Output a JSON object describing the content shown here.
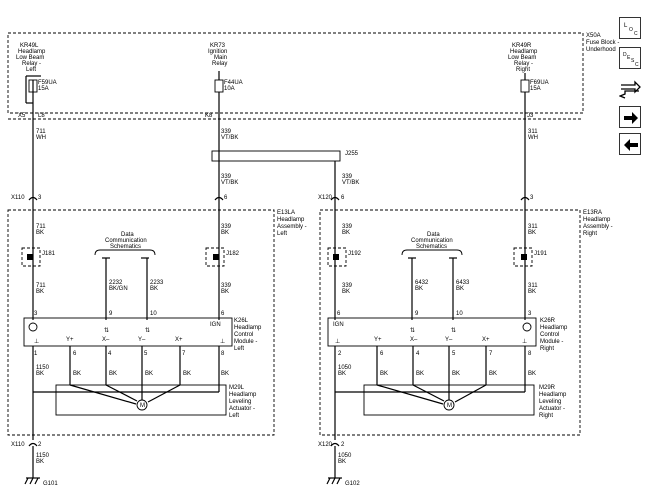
{
  "fuse_block": {
    "name": "X50A",
    "desc1": "Fuse Block -",
    "desc2": "Underhood"
  },
  "relays": [
    {
      "id": "KR49L",
      "l1": "Headlamp",
      "l2": "Low Beam",
      "l3": "Relay -",
      "l4": "Left"
    },
    {
      "id": "KR73",
      "l1": "Ignition",
      "l2": "Main",
      "l3": "Relay",
      "l4": ""
    },
    {
      "id": "KR49R",
      "l1": "Headlamp",
      "l2": "Low Beam",
      "l3": "Relay -",
      "l4": "Right"
    }
  ],
  "fuses": [
    {
      "id": "F59UA",
      "rating": "15A"
    },
    {
      "id": "F44UA",
      "rating": "10A"
    },
    {
      "id": "F69UA",
      "rating": "15A"
    }
  ],
  "connectors": {
    "x5": "X5",
    "l8": "L8",
    "k8": "K8",
    "j3": "J3",
    "x110": "X110",
    "x120": "X120"
  },
  "wires": {
    "w711": {
      "num": "711",
      "color": "WH"
    },
    "w339": {
      "num": "339",
      "color": "VT/BK"
    },
    "w311": {
      "num": "311",
      "color": "WH"
    },
    "w711bk": {
      "num": "711",
      "color": "BK"
    },
    "w339bk": {
      "num": "339",
      "color": "BK"
    },
    "w311bk": {
      "num": "311",
      "color": "BK"
    },
    "w2232": {
      "num": "2232",
      "color": "BK/GN"
    },
    "w2233": {
      "num": "2233",
      "color": "BK"
    },
    "w6432": {
      "num": "6432",
      "color": "BK"
    },
    "w6433": {
      "num": "6433",
      "color": "BK"
    },
    "w1150": {
      "num": "1150",
      "color": "BK"
    },
    "w1050": {
      "num": "1050",
      "color": "BK"
    },
    "bk": "BK"
  },
  "splices": {
    "j255": "J255",
    "j181": "J181",
    "j182": "J182",
    "j192": "J192",
    "j191": "J191"
  },
  "pins": {
    "p1": "1",
    "p2": "2",
    "p3": "3",
    "p4": "4",
    "p5": "5",
    "p6": "6",
    "p7": "7",
    "p8": "8",
    "p9": "9",
    "p10": "10"
  },
  "assemblies": {
    "left": {
      "id": "E13LA",
      "l1": "Headlamp",
      "l2": "Assembly -",
      "l3": "Left"
    },
    "right": {
      "id": "E13RA",
      "l1": "Headlamp",
      "l2": "Assembly -",
      "l3": "Right"
    }
  },
  "data_comm": {
    "l1": "Data",
    "l2": "Communication",
    "l3": "Schematics"
  },
  "modules": {
    "left": {
      "id": "K26L",
      "l1": "Headlamp",
      "l2": "Control",
      "l3": "Module -",
      "l4": "Left",
      "ign": "IGN"
    },
    "right": {
      "id": "K26R",
      "l1": "Headlamp",
      "l2": "Control",
      "l3": "Module -",
      "l4": "Right",
      "ign": "IGN"
    }
  },
  "actuator_pins": {
    "yp": "Y+",
    "xm": "X–",
    "ym": "Y–",
    "xp": "X+"
  },
  "actuators": {
    "left": {
      "id": "M29L",
      "l1": "Headlamp",
      "l2": "Leveling",
      "l3": "Actuator -",
      "l4": "Left"
    },
    "right": {
      "id": "M29R",
      "l1": "Headlamp",
      "l2": "Leveling",
      "l3": "Actuator -",
      "l4": "Right"
    }
  },
  "motor": "M",
  "grounds": {
    "g101": "G101",
    "g102": "G102"
  },
  "toolbar": {
    "loc": "LOC",
    "desc": "DESC",
    "ic_loc": "location-icon",
    "ic_desc": "description-icon",
    "ic_conn": "connector-icon",
    "ic_next": "arrow-right-icon",
    "ic_prev": "arrow-left-icon"
  }
}
